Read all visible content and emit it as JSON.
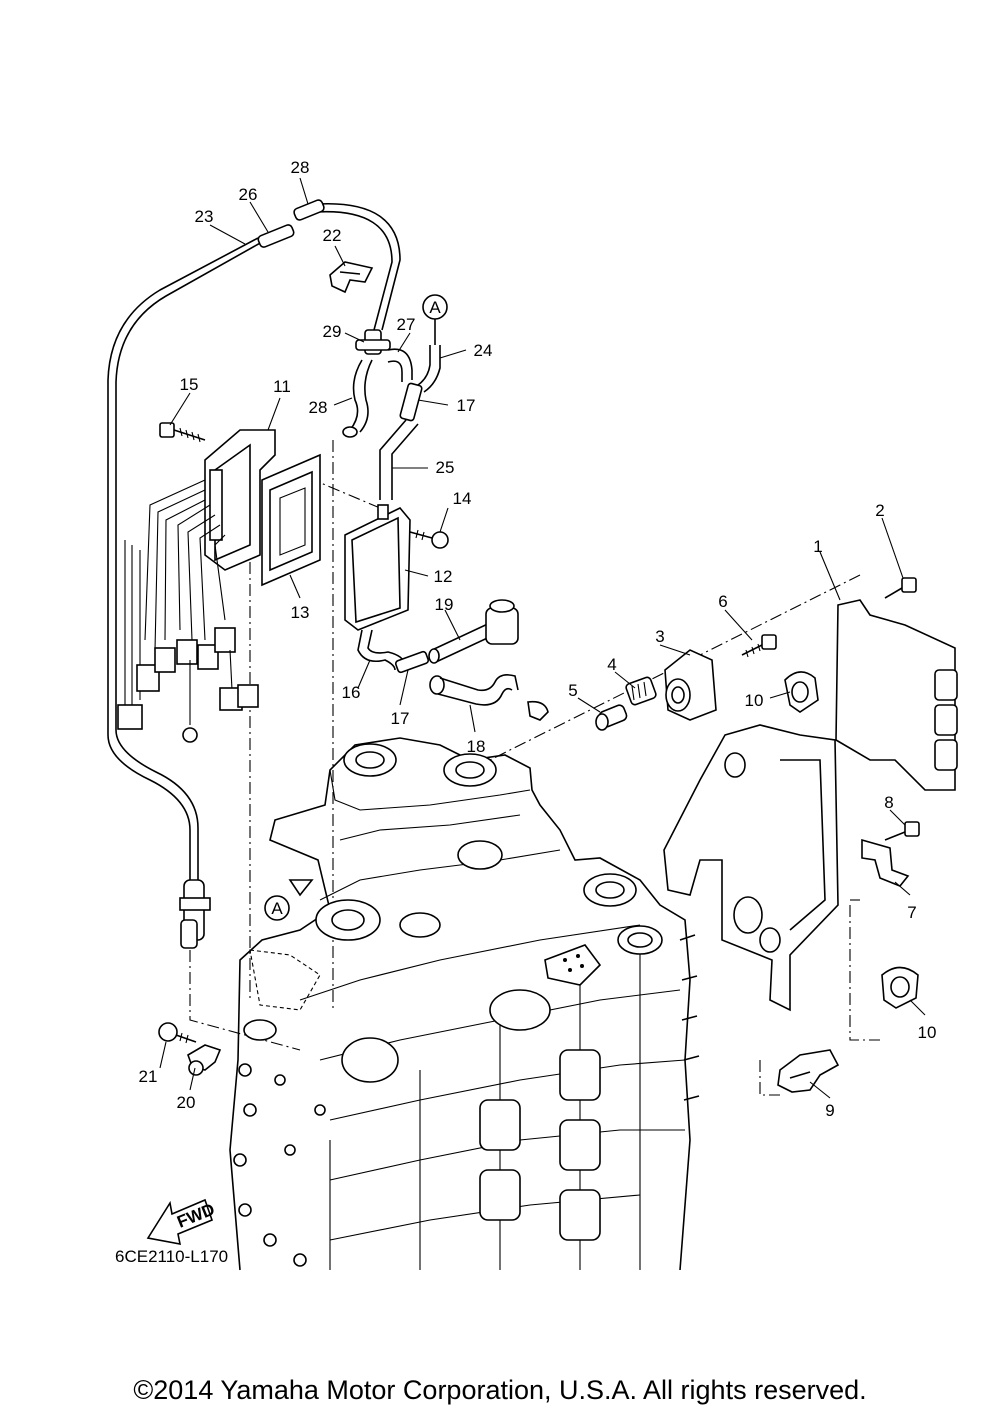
{
  "diagram": {
    "code": "6CE2110-L170",
    "fwd_label": "FWD",
    "ref_marker": "A",
    "callouts": [
      "1",
      "2",
      "3",
      "4",
      "5",
      "6",
      "7",
      "8",
      "9",
      "10",
      "10",
      "11",
      "12",
      "13",
      "14",
      "15",
      "16",
      "17",
      "17",
      "18",
      "19",
      "20",
      "21",
      "22",
      "23",
      "24",
      "25",
      "26",
      "27",
      "28",
      "28",
      "29"
    ]
  },
  "footer": {
    "copyright": "©2014 Yamaha Motor Corporation, U.S.A. All rights reserved."
  }
}
